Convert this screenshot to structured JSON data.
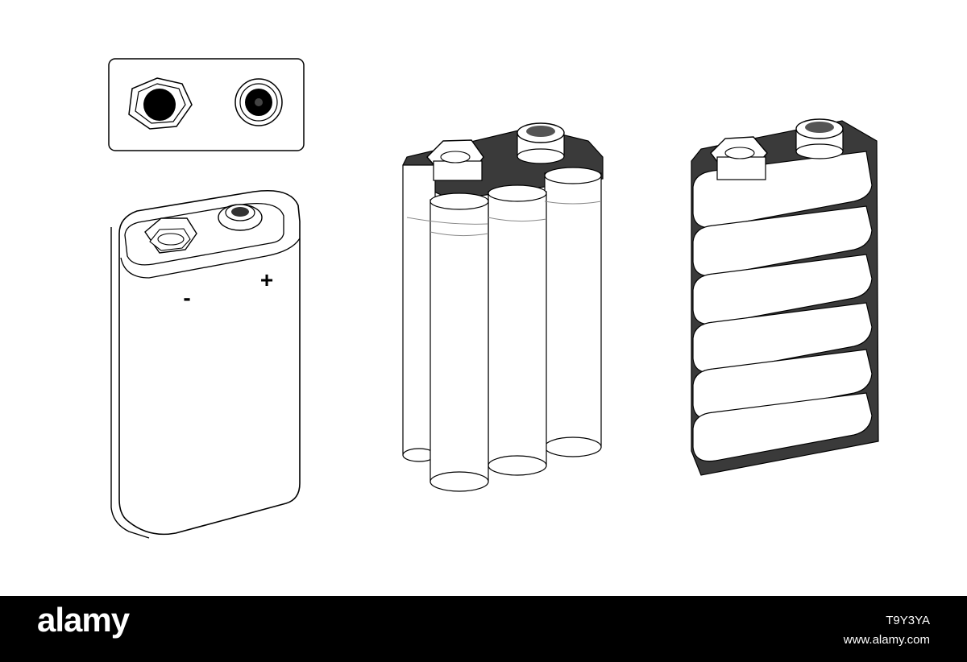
{
  "illustration": {
    "minus_sign": "-",
    "plus_sign": "+",
    "colors": {
      "outline": "#000000",
      "fill": "#ffffff",
      "dark": "#3a3a3a"
    }
  },
  "footer": {
    "brand": "alamy",
    "image_id": "T9Y3YA",
    "site": "www.alamy.com"
  }
}
